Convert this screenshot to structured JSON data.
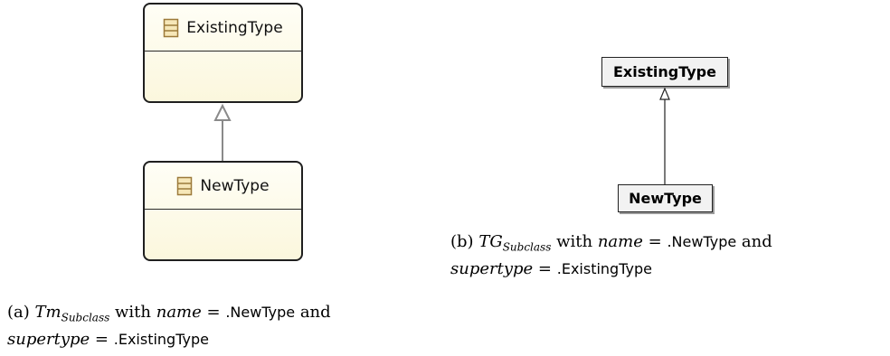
{
  "panel_a": {
    "existing_class": {
      "name": "ExistingType"
    },
    "new_class": {
      "name": "NewType"
    },
    "caption": {
      "label": "(a)",
      "symbol": "Tm",
      "subscript": "Subclass",
      "with_word": "with",
      "name_word": "name",
      "eq1": "=",
      "name_value": ".NewType",
      "and_word": "and",
      "supertype_word": "supertype",
      "eq2": "=",
      "supertype_value": ".ExistingType"
    }
  },
  "panel_b": {
    "existing_class": {
      "name": "ExistingType"
    },
    "new_class": {
      "name": "NewType"
    },
    "caption": {
      "label": "(b)",
      "symbol": "TG",
      "subscript": "Subclass",
      "with_word": "with",
      "name_word": "name",
      "eq1": "=",
      "name_value": ".NewType",
      "and_word": "and",
      "supertype_word": "supertype",
      "eq2": "=",
      "supertype_value": ".ExistingType"
    }
  }
}
